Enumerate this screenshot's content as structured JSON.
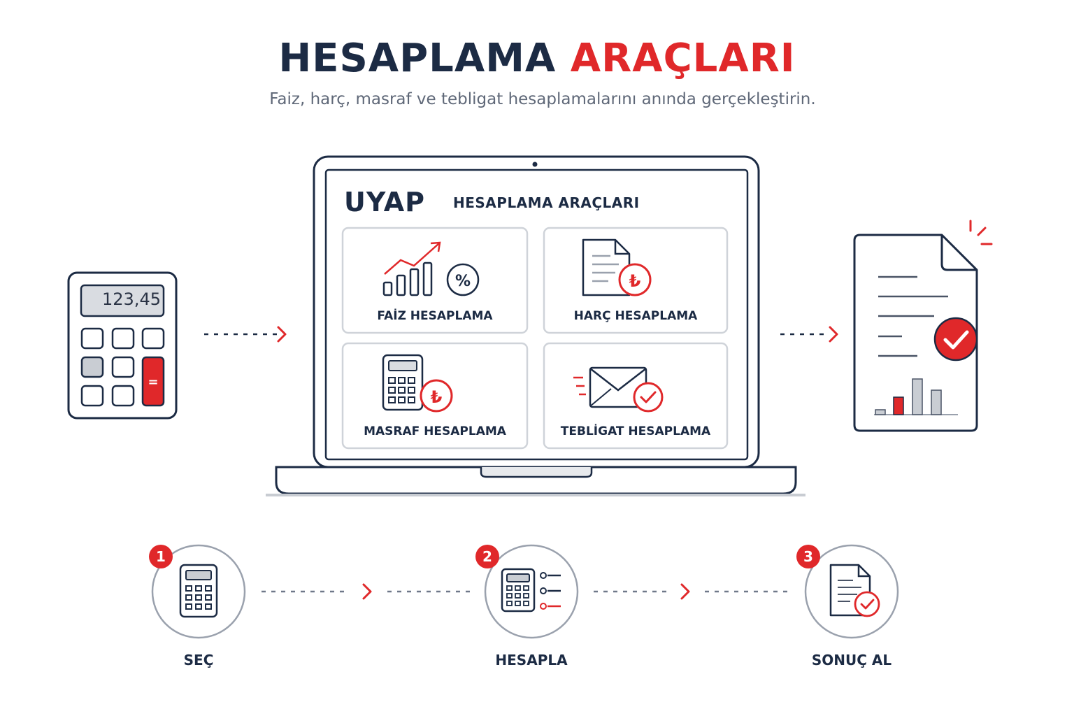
{
  "header": {
    "title_part1": "HESAPLAMA",
    "title_part2": "ARAÇLARI",
    "subtitle": "Faiz, harç, masraf ve tebligat hesaplamalarını anında gerçekleştirin."
  },
  "calculator": {
    "display": "123,45",
    "equals_key": "="
  },
  "app": {
    "logo_text": "UYAP",
    "title": "HESAPLAMA ARAÇLARI",
    "cards": [
      {
        "label": "FAİZ HESAPLAMA",
        "icon": "interest-chart-icon"
      },
      {
        "label": "HARÇ HESAPLAMA",
        "icon": "lira-document-icon"
      },
      {
        "label": "MASRAF HESAPLAMA",
        "icon": "lira-calculator-icon"
      },
      {
        "label": "TEBLİGAT HESAPLAMA",
        "icon": "envelope-check-icon"
      }
    ]
  },
  "steps": [
    {
      "number": "1",
      "label": "SEÇ",
      "icon": "calculator-icon"
    },
    {
      "number": "2",
      "label": "HESAPLA",
      "icon": "calculator-list-icon"
    },
    {
      "number": "3",
      "label": "SONUÇ AL",
      "icon": "document-check-icon"
    }
  ],
  "colors": {
    "navy": "#1c2b44",
    "red": "#e0282a",
    "gray": "#8a93a3"
  }
}
